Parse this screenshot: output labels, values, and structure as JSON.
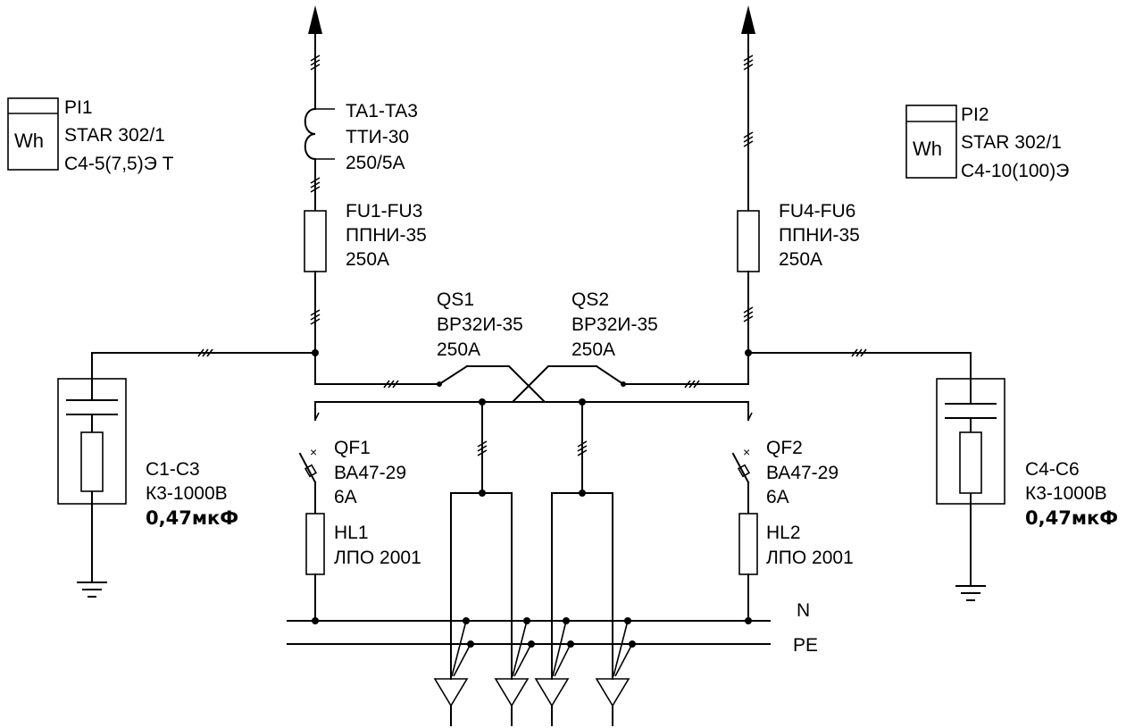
{
  "meters": [
    {
      "id": "PI1",
      "symbol": "Wh",
      "model": "STAR 302/1",
      "spec": "С4-5(7,5)Э Т"
    },
    {
      "id": "PI2",
      "symbol": "Wh",
      "model": "STAR 302/1",
      "spec": "С4-10(100)Э"
    }
  ],
  "current_transformer": {
    "id": "TA1-TA3",
    "model": "ТТИ-30",
    "ratio": "250/5А"
  },
  "fuses": [
    {
      "id": "FU1-FU3",
      "model": "ППНИ-35",
      "rating": "250А"
    },
    {
      "id": "FU4-FU6",
      "model": "ППНИ-35",
      "rating": "250А"
    }
  ],
  "switches": [
    {
      "id": "QS1",
      "model": "ВР32И-35",
      "rating": "250А"
    },
    {
      "id": "QS2",
      "model": "ВР32И-35",
      "rating": "250А"
    }
  ],
  "breakers": [
    {
      "id": "QF1",
      "model": "ВА47-29",
      "rating": "6А"
    },
    {
      "id": "QF2",
      "model": "ВА47-29",
      "rating": "6А"
    }
  ],
  "lamps": [
    {
      "id": "HL1",
      "model": "ЛПО 2001"
    },
    {
      "id": "HL2",
      "model": "ЛПО 2001"
    }
  ],
  "capacitors": [
    {
      "id": "С1-С3",
      "model": "К3-1000В",
      "capacitance": "0,47мкФ"
    },
    {
      "id": "С4-С6",
      "model": "К3-1000В",
      "capacitance": "0,47мкФ"
    }
  ],
  "buses": {
    "neutral": "N",
    "protective": "PE"
  }
}
